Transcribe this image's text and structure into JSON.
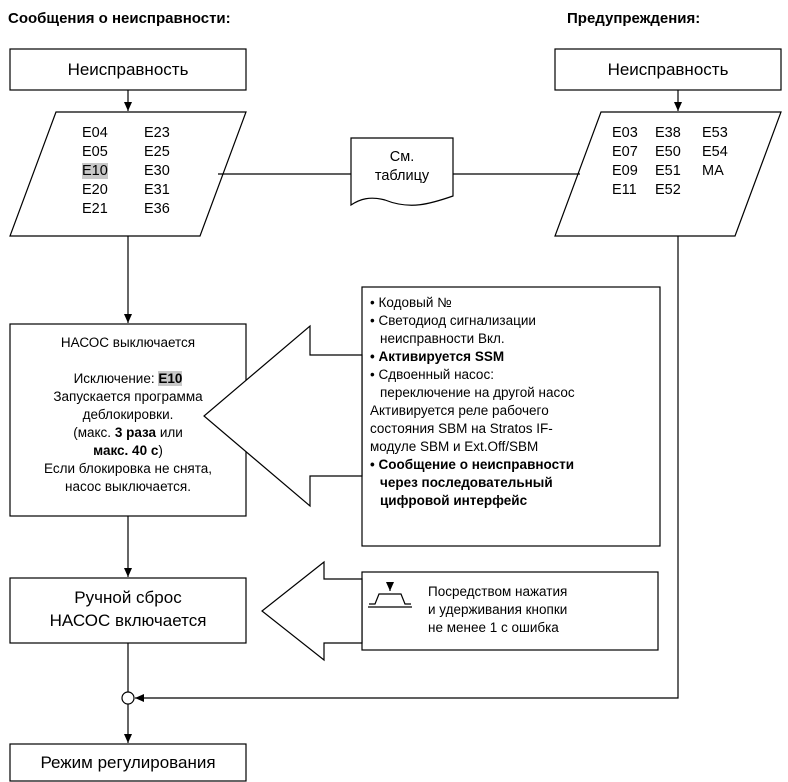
{
  "headers": {
    "faults": "Сообщения о неисправности:",
    "warnings": "Предупреждения:"
  },
  "left_fault_box": "Неисправность",
  "right_fault_box": "Неисправность",
  "fault_codes_left": {
    "col1": [
      "E04",
      "E05",
      "E10",
      "E20",
      "E21"
    ],
    "col2": [
      "E23",
      "E25",
      "E30",
      "E31",
      "E36"
    ],
    "highlighted": "E10"
  },
  "warning_codes": {
    "col1": [
      "E03",
      "E07",
      "E09",
      "E11"
    ],
    "col2": [
      "E38",
      "E50",
      "E51",
      "E52"
    ],
    "col3": [
      "E53",
      "E54",
      "MA"
    ]
  },
  "see_table": {
    "line1": "См.",
    "line2": "таблицу"
  },
  "pump_off": {
    "title": "НАСОС выключается",
    "exception_label": "Исключение:",
    "exception_code": "E10",
    "line1": "Запускается программа",
    "line2": "деблокировки.",
    "line3_pre": "(макс.",
    "line3_bold": "3 раза",
    "line3_post": "или",
    "line4_bold": "макс. 40 с",
    "line4_post": ")",
    "line5": "Если блокировка не снята,",
    "line6": "насос выключается."
  },
  "actions": {
    "item1": "Кодовый №",
    "item2_l1": "Светодиод сигнализации",
    "item2_l2": "неисправности Вкл.",
    "item3": "Активируется SSM",
    "item4_l1": "Сдвоенный насос:",
    "item4_l2": "переключение на другой насос",
    "text_l1": "Активируется реле рабочего",
    "text_l2": "состояния SBM на Stratos IF-",
    "text_l3": "модуле SBM и Ext.Off/SBM",
    "item5_l1": "Сообщение о неисправности",
    "item5_l2": "через последовательный",
    "item5_l3": "цифровой интерфейс"
  },
  "manual_reset": {
    "line1": "Ручной сброс",
    "line2": "НАСОС включается"
  },
  "reset_note": {
    "line1": "Посредством нажатия",
    "line2": "и удерживания кнопки",
    "line3": "не менее 1 с ошибка",
    "icon": "push-button-icon"
  },
  "control_mode": "Режим регулирования",
  "bullet": "•"
}
